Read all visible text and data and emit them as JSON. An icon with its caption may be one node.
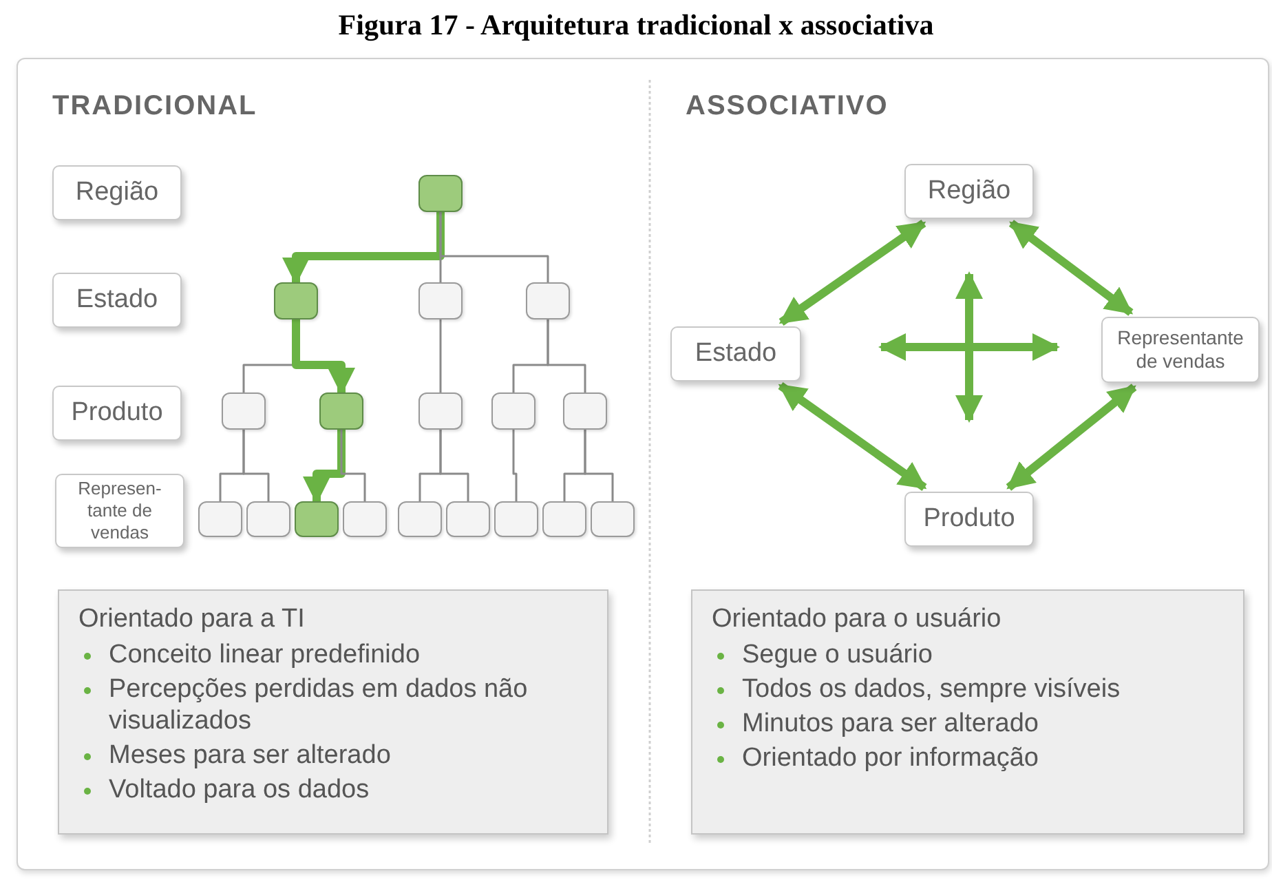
{
  "diagram": {
    "title": "Figura 17 - Arquitetura tradicional x associativa",
    "nodes": [
      {
        "text": [
          "Região"
        ]
      },
      {
        "text": [
          "Estado"
        ]
      },
      {
        "text": [
          "Produto"
        ]
      },
      {
        "text": [
          "Represen-tante de vendas"
        ]
      },
      {
        "text": [],
        "shape": "box"
      },
      {
        "text": [],
        "shape": "box"
      },
      {
        "text": [],
        "shape": "box"
      },
      {
        "text": [],
        "shape": "box"
      },
      {
        "text": [],
        "shape": "box"
      },
      {
        "text": [],
        "shape": "box"
      },
      {
        "text": [],
        "shape": "box"
      },
      {
        "text": [],
        "shape": "box"
      },
      {
        "text": [],
        "shape": "box"
      },
      {
        "text": [],
        "shape": "box"
      },
      {
        "text": [],
        "shape": "box"
      },
      {
        "text": [],
        "shape": "box"
      },
      {
        "text": [],
        "shape": "box"
      },
      {
        "text": [],
        "shape": "box"
      },
      {
        "text": [],
        "shape": "box"
      },
      {
        "text": [],
        "shape": "box"
      },
      {
        "text": [],
        "shape": "box"
      },
      {
        "text": [],
        "shape": "box"
      },
      {
        "text": [
          "Orientado para a TI",
          "Conceito linear predefinido",
          "Percepções perdidas em dados não visualizados",
          "Meses para ser alterado",
          "Voltado para os dados"
        ]
      },
      {
        "text": [
          "Região"
        ]
      },
      {
        "text": [
          "Estado"
        ]
      },
      {
        "text": [
          "Representante de vendas"
        ]
      },
      {
        "text": [
          "Produto"
        ]
      },
      {
        "text": [
          "Orientado para o usuário",
          "Segue o usuário",
          "Todos os dados, sempre visíveis",
          "Minutos para ser alterado",
          "Orientado por informação"
        ]
      }
    ],
    "edges": [
      {
        "from": 4,
        "to": 5,
        "arrow": "to",
        "style": "thick",
        "color": "#6ab344"
      },
      {
        "from": 4,
        "to": 6,
        "arrow": "none"
      },
      {
        "from": 4,
        "to": 7,
        "arrow": "none"
      },
      {
        "from": 5,
        "to": 8,
        "arrow": "none"
      },
      {
        "from": 5,
        "to": 9,
        "arrow": "to",
        "style": "thick",
        "color": "#6ab344"
      },
      {
        "from": 6,
        "to": 10,
        "arrow": "none"
      },
      {
        "from": 7,
        "to": 11,
        "arrow": "none"
      },
      {
        "from": 7,
        "to": 12,
        "arrow": "none"
      },
      {
        "from": 8,
        "to": 13,
        "arrow": "none"
      },
      {
        "from": 8,
        "to": 14,
        "arrow": "none"
      },
      {
        "from": 9,
        "to": 15,
        "arrow": "to",
        "style": "thick",
        "color": "#6ab344"
      },
      {
        "from": 9,
        "to": 16,
        "arrow": "none"
      },
      {
        "from": 10,
        "to": 17,
        "arrow": "none"
      },
      {
        "from": 10,
        "to": 18,
        "arrow": "none"
      },
      {
        "from": 11,
        "to": 19,
        "arrow": "none"
      },
      {
        "from": 12,
        "to": 20,
        "arrow": "none"
      },
      {
        "from": 12,
        "to": 21,
        "arrow": "none"
      },
      {
        "from": 23,
        "to": 24,
        "arrow": "both",
        "style": "thick",
        "color": "#6ab344"
      },
      {
        "from": 23,
        "to": 25,
        "arrow": "both",
        "style": "thick",
        "color": "#6ab344"
      },
      {
        "from": 24,
        "to": 26,
        "arrow": "both",
        "style": "thick",
        "color": "#6ab344"
      },
      {
        "from": 25,
        "to": 26,
        "arrow": "both",
        "style": "thick",
        "color": "#6ab344"
      }
    ],
    "labels": [
      "TRADICIONAL",
      "ASSOCIATIVO"
    ]
  }
}
